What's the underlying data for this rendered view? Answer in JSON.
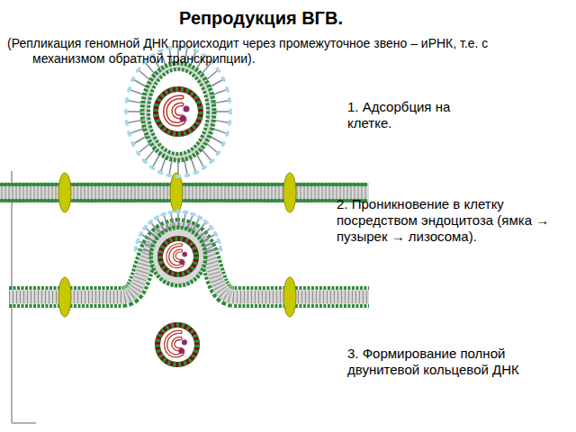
{
  "diagram": {
    "title": "Репродукция ВГВ.",
    "labels": [
      "(Репликация геномной ДНК происходит через промежуточное звено – иРНК, т.е. с механизмом обратной транскрипции).",
      "1. Адсорбция на клетке.",
      "2. Проникновение в клетку посредством эндоцитоза (ямка → пузырек → лизосома).",
      "3. Формирование полной двунитевой кольцевой ДНК"
    ]
  }
}
